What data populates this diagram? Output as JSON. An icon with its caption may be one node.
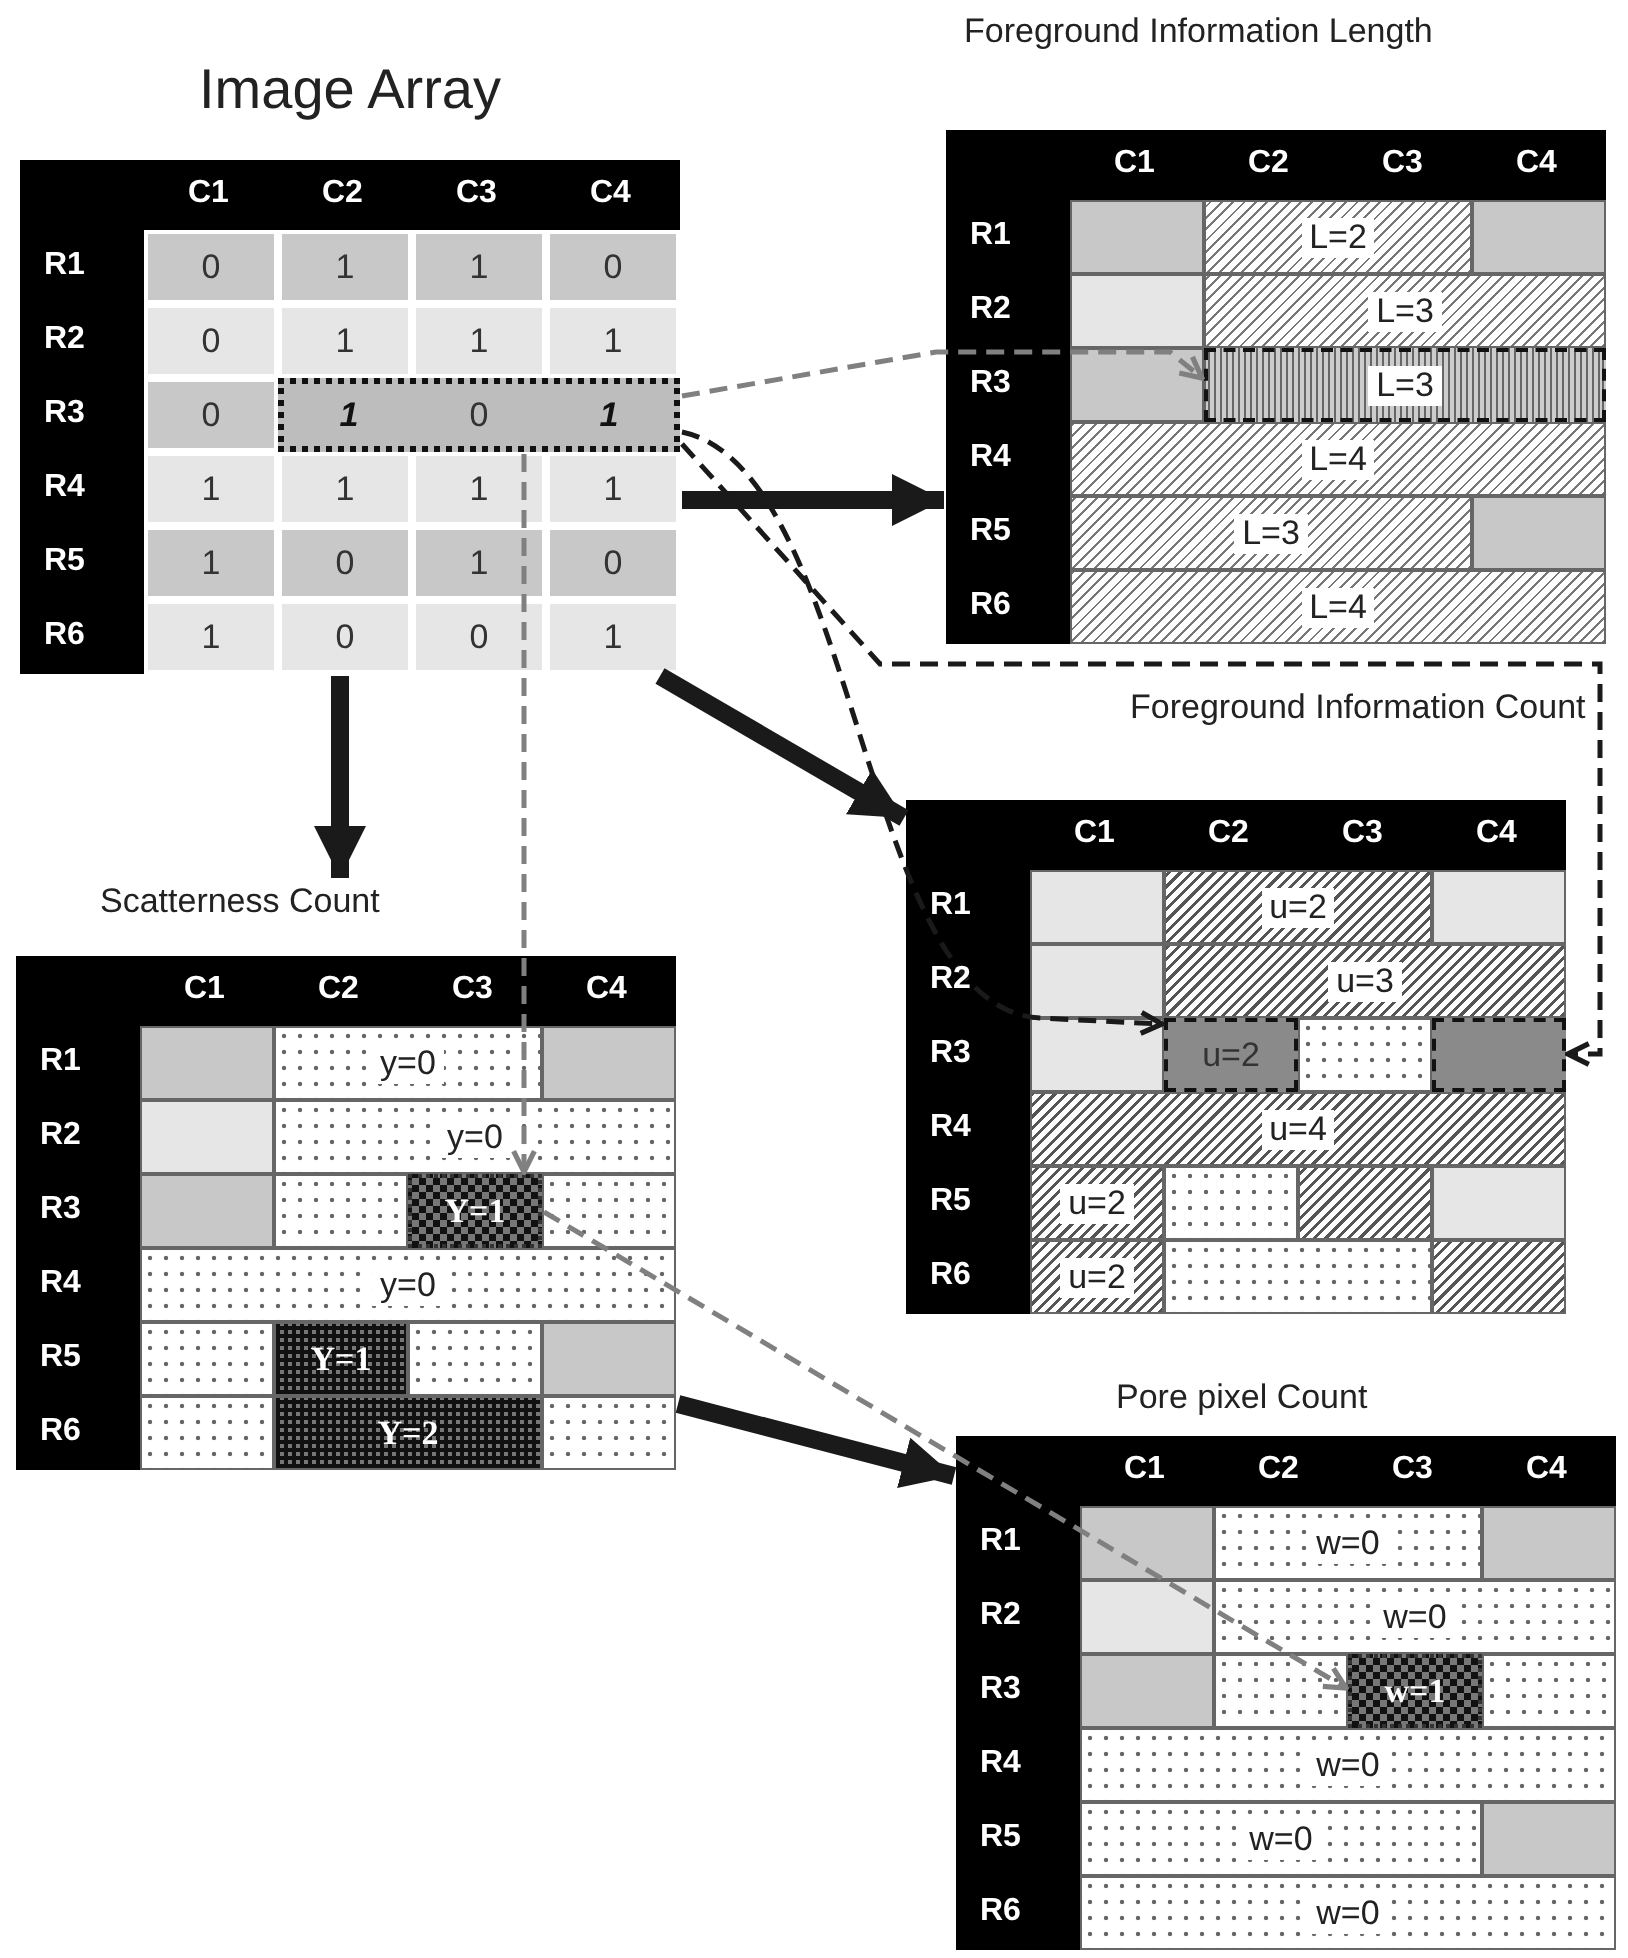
{
  "diagram": {
    "nodes": [
      {
        "text": [
          "Image Array",
          "C1",
          "C2",
          "C3",
          "C4",
          "R1",
          "0",
          "1",
          "1",
          "0",
          "R2",
          "0",
          "1",
          "1",
          "1",
          "R3",
          "0",
          "R4",
          "1",
          "1",
          "1",
          "1",
          "R5",
          "1",
          "0",
          "1",
          "0",
          "R6",
          "1",
          "0",
          "0",
          "1"
        ]
      },
      {
        "text": [
          "Foreground Information Length",
          "C1",
          "C2",
          "C3",
          "C4",
          "R1",
          "L=2",
          "R2",
          "L=3",
          "R3",
          "R4",
          "L=4",
          "R5",
          "L=3",
          "R6",
          "L=4"
        ]
      },
      {
        "text": [
          "Foreground Information Count",
          "C1",
          "C2",
          "C3",
          "C4",
          "R1",
          "u=2",
          "R2",
          "u=3",
          "R3",
          "R4",
          "u=4",
          "R5",
          "u=2",
          "R6",
          "u=2"
        ]
      },
      {
        "text": [
          "Scatterness Count",
          "C1",
          "C2",
          "C3",
          "C4",
          "R1",
          "y=0",
          "R2",
          "y=0",
          "R3",
          "R4",
          "y=0",
          "R5",
          "Y=1",
          "R6",
          "Y=2"
        ]
      },
      {
        "text": [
          "Pore pixel Count",
          "C1",
          "C2",
          "C3",
          "C4",
          "R1",
          "w=0",
          "R2",
          "w=0",
          "R3",
          "R4",
          "w=0",
          "R5",
          "w=0",
          "R6",
          "w=0"
        ]
      },
      {
        "text": [
          "1",
          "0",
          "1"
        ],
        "in": 0
      },
      {
        "text": [
          "L=3"
        ],
        "in": 1
      },
      {
        "text": [
          "u=2"
        ],
        "in": 2
      },
      {
        "text": [],
        "shape": "box",
        "in": 2
      },
      {
        "text": [
          "Y=1"
        ],
        "in": 3
      },
      {
        "text": [
          "w=1"
        ],
        "in": 4
      }
    ],
    "edges": [
      {
        "from": 0,
        "to": 1,
        "arrow": "to",
        "style": "thick"
      },
      {
        "from": 0,
        "to": 2,
        "arrow": "to",
        "style": "thick"
      },
      {
        "from": 0,
        "to": 3,
        "arrow": "to",
        "style": "thick"
      },
      {
        "from": 3,
        "to": 4,
        "arrow": "to",
        "style": "thick"
      },
      {
        "from": 5,
        "to": 6,
        "arrow": "to",
        "style": "dashed",
        "color": "#808080"
      },
      {
        "from": 5,
        "to": 7,
        "arrow": "to",
        "style": "dashed"
      },
      {
        "from": 5,
        "to": 8,
        "arrow": "to",
        "style": "dashed"
      },
      {
        "from": 5,
        "to": 9,
        "arrow": "to",
        "style": "dashed",
        "color": "#808080"
      },
      {
        "from": 9,
        "to": 10,
        "arrow": "to",
        "style": "dashed",
        "color": "#808080"
      }
    ]
  }
}
